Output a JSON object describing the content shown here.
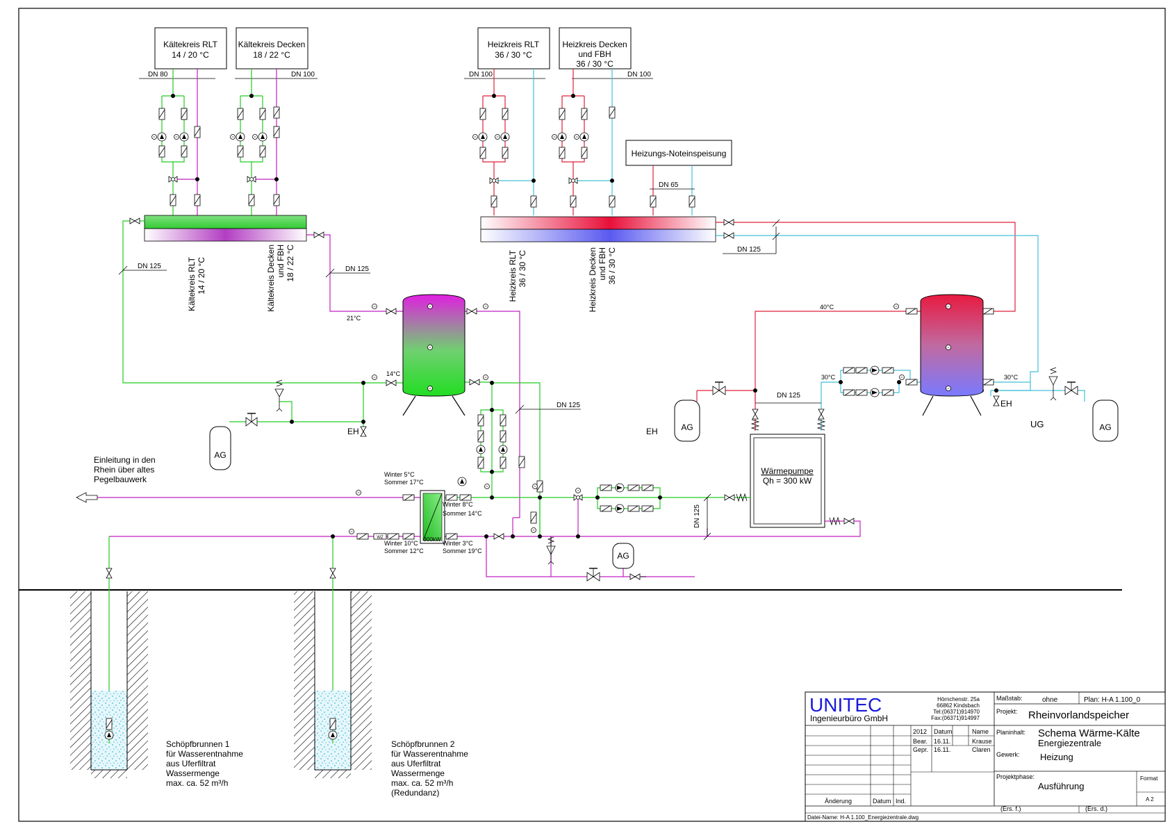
{
  "consumers": {
    "k_rlt": [
      "Kältekreis RLT",
      "14 / 20 °C"
    ],
    "k_decken": [
      "Kältekreis Decken",
      "18 / 22 °C"
    ],
    "h_rlt": [
      "Heizkreis RLT",
      "36 / 30 °C"
    ],
    "h_decken": [
      "Heizkreis Decken",
      "und FBH",
      "36 / 30 °C"
    ],
    "notein": "Heizungs-Noteinspeisung"
  },
  "vlabels": {
    "k_rlt": [
      "Kältekreis RLT",
      "14 / 20 °C"
    ],
    "k_decken": [
      "Kältekreis Decken",
      "und FBH",
      "18 / 22 °C"
    ],
    "h_rlt": [
      "Heizkreis RLT",
      "36 / 30 °C"
    ],
    "h_decken": [
      "Heizkreis Decken",
      "und FBH",
      "36 / 30 °C"
    ]
  },
  "dn": {
    "dn80": "DN 80",
    "dn100": "DN 100",
    "dn65": "DN 65",
    "dn125": "DN 125"
  },
  "temps": {
    "t21": "21°C",
    "t14": "14°C",
    "t40": "40°C",
    "t30": "30°C",
    "winter5": "Winter 5°C",
    "sommer17": "Sommer 17°C",
    "winter8": "Winter 8°C",
    "sommer14": "Sommer 14°C",
    "winter10": "Winter 10°C",
    "sommer12": "Sommer 12°C",
    "winter3": "Winter 3°C",
    "sommer19": "Sommer 19°C"
  },
  "equipment": {
    "ag": "AG",
    "eh": "EH",
    "ug": "UG",
    "wp_title": "Wärmepumpe",
    "wp_power": "Qh = 300 kW",
    "hx": "300kW",
    "wz": "WZ"
  },
  "rhein": [
    "Einleitung in den",
    "Rhein über altes",
    "Pegelbauwerk"
  ],
  "wells": {
    "w1": [
      "Schöpfbrunnen 1",
      "für  Wasserentnahme",
      "aus Uferfiltrat",
      "Wassermenge",
      "max. ca. 52 m³/h"
    ],
    "w2": [
      "Schöpfbrunnen 2",
      "für  Wasserentnahme",
      "aus Uferfiltrat",
      "Wassermenge",
      "max. ca. 52 m³/h",
      "(Redundanz)"
    ]
  },
  "titleblock": {
    "company": "UNITEC",
    "company_sub": "Ingenieurbüro GmbH",
    "address": [
      "Hörnchenstr. 25a",
      "66862 Kindsbach",
      "Tel:(06371)914970",
      "Fax:(06371)914997"
    ],
    "massstab_label": "Maßstab:",
    "massstab": "ohne",
    "plan": "Plan: H-A 1.100_0",
    "projekt_label": "Projekt:",
    "projekt": "Rheinvorlandspeicher",
    "year": "2012",
    "datum": "Datum",
    "name": "Name",
    "bear": "Bear.",
    "gepr": "Gepr.",
    "date1": "16.11.",
    "date2": "16.11.",
    "name1": "Krause",
    "name2": "Claren",
    "planinhalt_label": "Planinhalt:",
    "planinhalt1": "Schema Wärme-Kälte",
    "planinhalt2": "Energiezentrale",
    "gewerk_label": "Gewerk:",
    "gewerk": "Heizung",
    "phase_label": "Projektphase:",
    "phase": "Ausführung",
    "format_label": "Format",
    "format": "A 2",
    "aenderung": "Änderung",
    "datum2": "Datum",
    "ind": "Ind.",
    "ersf": "(Ers. f.)",
    "ersd": "(Ers. d.)",
    "datei": "Datei-Name:   H-A 1.100_Energiezentrale.dwg"
  }
}
